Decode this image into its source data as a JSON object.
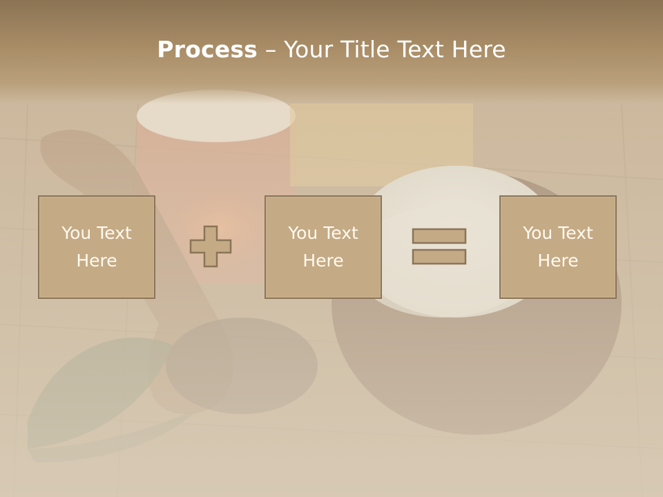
{
  "title": {
    "bold": "Process",
    "rest": " – Your Title Text Here"
  },
  "boxes": [
    {
      "text": "You Text\nHere"
    },
    {
      "text": "You Text\nHere"
    },
    {
      "text": "You Text\nHere"
    }
  ],
  "operators": [
    "plus-icon",
    "equals-icon"
  ],
  "colors": {
    "title_band": "#9c8260",
    "box_fill": "#c4aa85",
    "box_border": "#8a7458",
    "text": "#ffffff"
  }
}
